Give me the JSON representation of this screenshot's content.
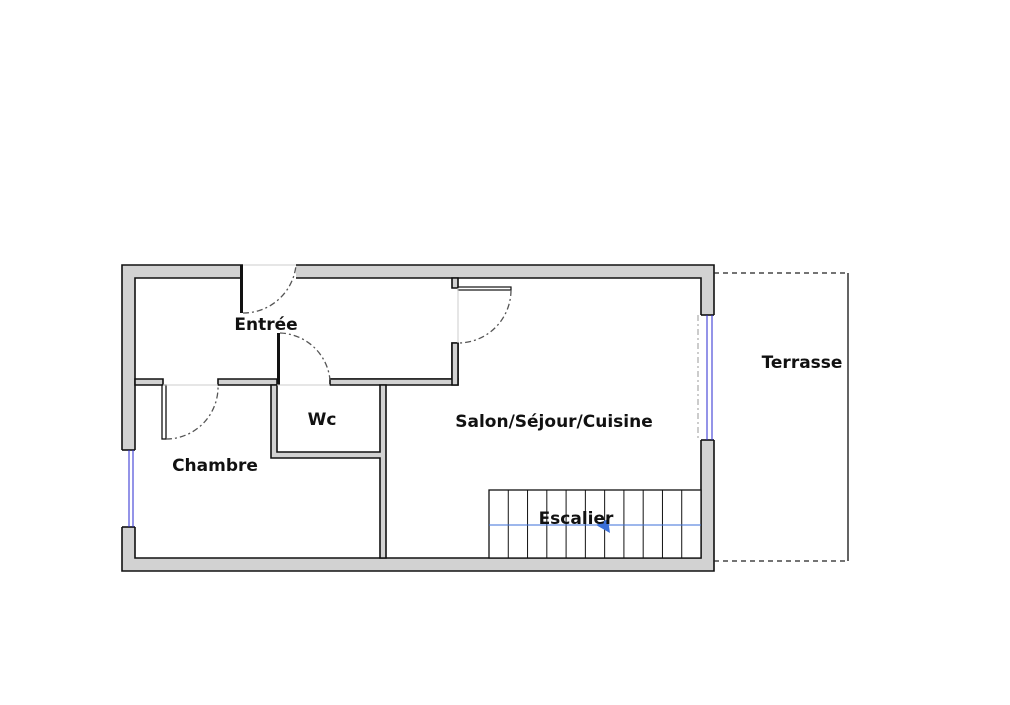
{
  "plan": {
    "rooms": {
      "entree": "Entrée",
      "wc": "Wc",
      "chambre": "Chambre",
      "salon": "Salon/Séjour/Cuisine",
      "escalier": "Escalier",
      "terrasse": "Terrasse"
    },
    "colors": {
      "wall_fill": "#d2d2d2",
      "wall_stroke": "#111111",
      "window": "#2a2ad0",
      "stair_arrow": "#3b6fd8"
    }
  }
}
